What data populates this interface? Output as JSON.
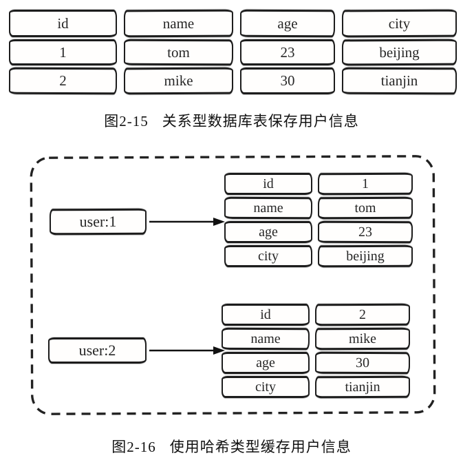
{
  "page": {
    "background": "#ffffff",
    "ink": "#1c1c1c",
    "text_color": "#262626"
  },
  "figure_relational": {
    "caption_label": "图2-15",
    "caption_text": "关系型数据库表保存用户信息",
    "table": {
      "headers": [
        "id",
        "name",
        "age",
        "city"
      ],
      "rows": [
        [
          "1",
          "tom",
          "23",
          "beijing"
        ],
        [
          "2",
          "mike",
          "30",
          "tianjin"
        ]
      ]
    }
  },
  "figure_hash": {
    "caption_label": "图2-16",
    "caption_text": "使用哈希类型缓存用户信息",
    "entries": [
      {
        "key": "user:1",
        "fields": [
          {
            "name": "id",
            "value": "1"
          },
          {
            "name": "name",
            "value": "tom"
          },
          {
            "name": "age",
            "value": "23"
          },
          {
            "name": "city",
            "value": "beijing"
          }
        ]
      },
      {
        "key": "user:2",
        "fields": [
          {
            "name": "id",
            "value": "2"
          },
          {
            "name": "name",
            "value": "mike"
          },
          {
            "name": "age",
            "value": "30"
          },
          {
            "name": "city",
            "value": "tianjin"
          }
        ]
      }
    ]
  }
}
